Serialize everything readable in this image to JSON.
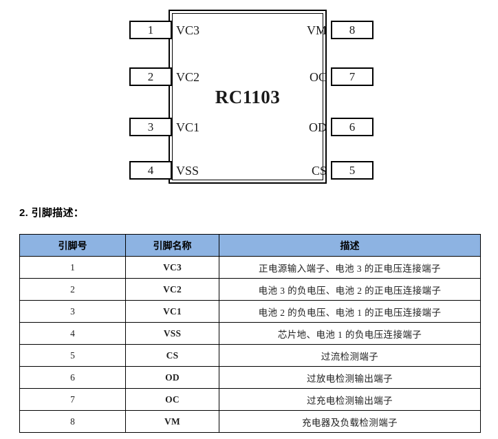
{
  "diagram": {
    "chip_name": "RC1103",
    "left_pins": [
      {
        "number": "1",
        "name": "VC3"
      },
      {
        "number": "2",
        "name": "VC2"
      },
      {
        "number": "3",
        "name": "VC1"
      },
      {
        "number": "4",
        "name": "VSS"
      }
    ],
    "right_pins": [
      {
        "number": "8",
        "name": "VM"
      },
      {
        "number": "7",
        "name": "OC"
      },
      {
        "number": "6",
        "name": "OD"
      },
      {
        "number": "5",
        "name": "CS"
      }
    ]
  },
  "section": {
    "heading": "2. 引脚描述："
  },
  "table": {
    "headers": [
      "引脚号",
      "引脚名称",
      "描述"
    ],
    "rows": [
      {
        "num": "1",
        "name": "VC3",
        "desc": "正电源输入端子、电池 3 的正电压连接端子"
      },
      {
        "num": "2",
        "name": "VC2",
        "desc": "电池 3 的负电压、电池 2 的正电压连接端子"
      },
      {
        "num": "3",
        "name": "VC1",
        "desc": "电池 2 的负电压、电池 1 的正电压连接端子"
      },
      {
        "num": "4",
        "name": "VSS",
        "desc": "芯片地、电池 1 的负电压连接端子"
      },
      {
        "num": "5",
        "name": "CS",
        "desc": "过流检测端子"
      },
      {
        "num": "6",
        "name": "OD",
        "desc": "过放电检测输出端子"
      },
      {
        "num": "7",
        "name": "OC",
        "desc": "过充电检测输出端子"
      },
      {
        "num": "8",
        "name": "VM",
        "desc": "充电器及负载检测端子"
      }
    ]
  },
  "colors": {
    "table_header_blue": "#8db3e2",
    "border_black": "#000000",
    "text": "#1f1f1f"
  }
}
